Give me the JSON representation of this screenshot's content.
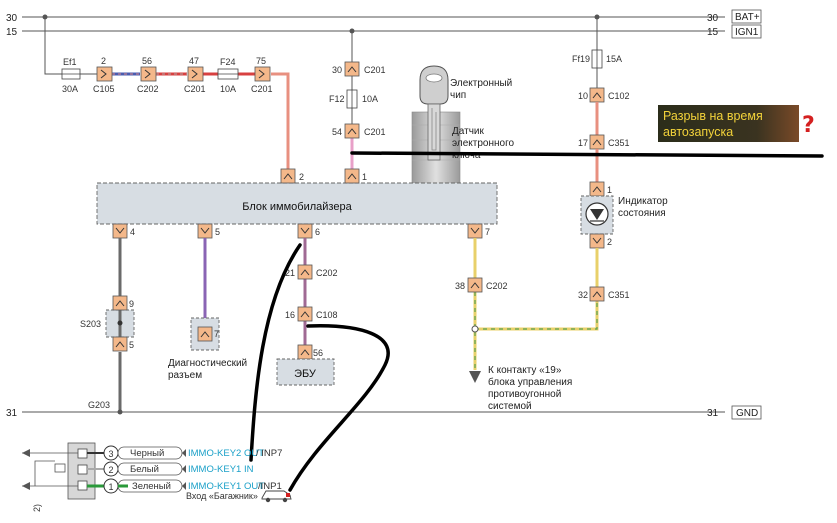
{
  "rails": {
    "bat_num_left": "30",
    "bat_num_right": "30",
    "bat_label": "BAT+",
    "ign_num_left": "15",
    "ign_num_right": "15",
    "ign_label": "IGN1",
    "gnd_num_left": "31",
    "gnd_num_right": "31",
    "gnd_label": "GND"
  },
  "fuses": {
    "ef1": "Ef1",
    "ef1_rating": "30A",
    "f24": "F24",
    "f24_rating": "10A",
    "f12": "F12",
    "f12_rating": "10A",
    "ff19": "Ff19",
    "ff19_rating": "15A"
  },
  "connectors": {
    "c105": "C105",
    "c105_pin": "2",
    "c202a": "C202",
    "c202a_pin": "56",
    "c201a": "C201",
    "c201a_pin": "47",
    "c201b": "C201",
    "c201b_pin": "75",
    "c201c": "C201",
    "c201c_pin": "30",
    "c201d": "C201",
    "c201d_pin": "54",
    "c102": "C102",
    "c102_pin": "10",
    "c351a": "C351",
    "c351a_pin": "17",
    "c202b": "C202",
    "c202b_pin": "21",
    "c108": "C108",
    "c108_pin": "16",
    "c202c": "C202",
    "c202c_pin": "38",
    "c351b": "C351",
    "c351b_pin": "32"
  },
  "immo": {
    "label": "Блок иммобилайзера",
    "pins": [
      "2",
      "1",
      "4",
      "5",
      "6",
      "7"
    ]
  },
  "key": {
    "chip": [
      "Электронный",
      "чип"
    ],
    "sensor": [
      "Датчик",
      "электронного",
      "ключа"
    ]
  },
  "indicator": {
    "label": [
      "Индикатор",
      "состояния"
    ],
    "pin_top": "1",
    "pin_bottom": "2"
  },
  "splice": {
    "name": "S203",
    "pin_top": "9",
    "pin_bottom": "5"
  },
  "ground": "G203",
  "diag": {
    "pin": "7",
    "label": [
      "Диагностический",
      "разъем"
    ]
  },
  "ecu": {
    "pin": "56",
    "label": "ЭБУ"
  },
  "security": [
    "К контакту «19»",
    "блока управления",
    "противоугонной",
    "системой"
  ],
  "banner": {
    "line1": "Разрыв на время",
    "line2": "автозапуска",
    "mark": "?"
  },
  "autostart": {
    "rows": [
      {
        "num": "3",
        "color": "Черный",
        "key": "IMMO-KEY2 OUT",
        "io": "/ INP7"
      },
      {
        "num": "2",
        "color": "Белый",
        "key": "IMMO-KEY1 IN",
        "io": ""
      },
      {
        "num": "1",
        "color": "Зеленый",
        "key": "IMMO-KEY1 OUT",
        "io": "/INP1"
      }
    ],
    "trunk": "Вход «Багажник»",
    "side_mark": "2)"
  }
}
